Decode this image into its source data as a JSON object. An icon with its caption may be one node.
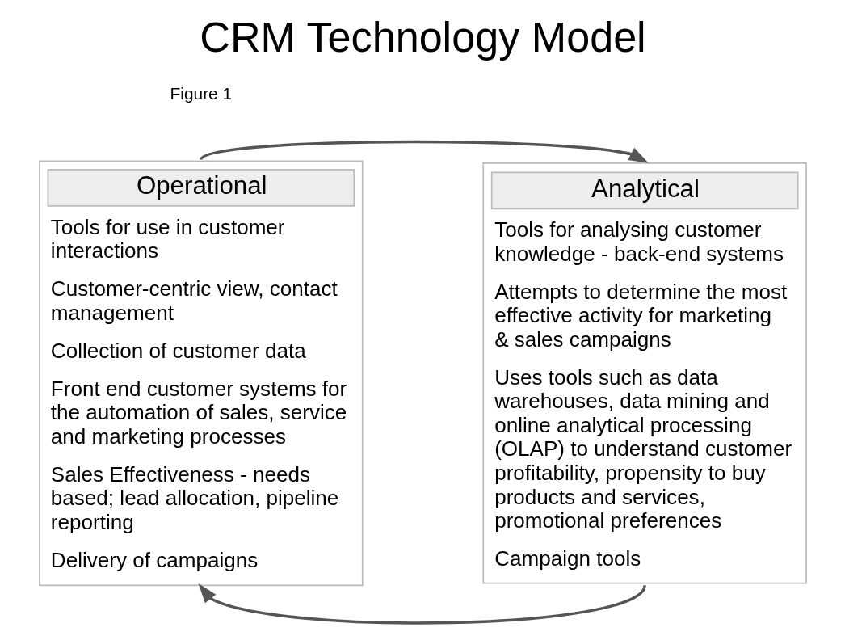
{
  "diagram": {
    "title": "CRM Technology Model",
    "nodes": [
      {
        "text": [
          "Operational",
          "Tools for use in customer interactions",
          "Customer-centric view, contact management",
          "Collection of customer data",
          "Front end customer systems for the automation of sales, service and marketing processes",
          "Sales Effectiveness - needs based; lead allocation, pipeline reporting",
          "Delivery of campaigns"
        ]
      },
      {
        "text": [
          "Analytical",
          "Tools for analysing customer knowledge - back-end systems",
          "Attempts to determine the most effective activity for marketing & sales campaigns",
          "Uses tools such as data warehouses, data mining and online analytical processing (OLAP) to understand customer profitability, propensity to buy products and services, promotional preferences",
          "Campaign tools"
        ]
      }
    ],
    "edges": [
      {
        "from": 0,
        "to": 1,
        "arrow": "to"
      },
      {
        "from": 1,
        "to": 0,
        "arrow": "to"
      }
    ],
    "labels": [
      "Figure 1"
    ]
  }
}
